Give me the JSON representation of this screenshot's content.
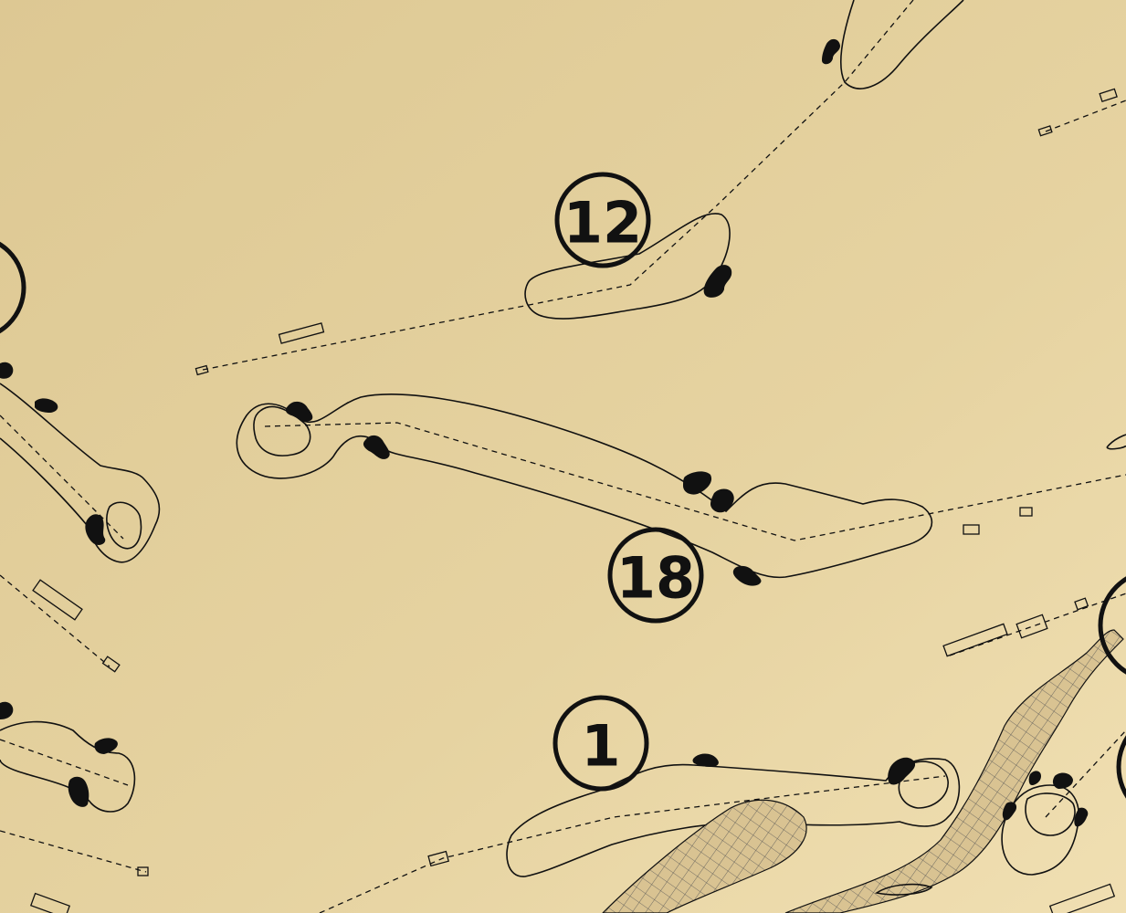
{
  "map": {
    "colors": {
      "paper": "#e4d09c",
      "paper_light": "#efdcb0",
      "ink": "#111111"
    },
    "holes": [
      {
        "number": "12"
      },
      {
        "number": "18"
      },
      {
        "number": "1"
      }
    ]
  }
}
